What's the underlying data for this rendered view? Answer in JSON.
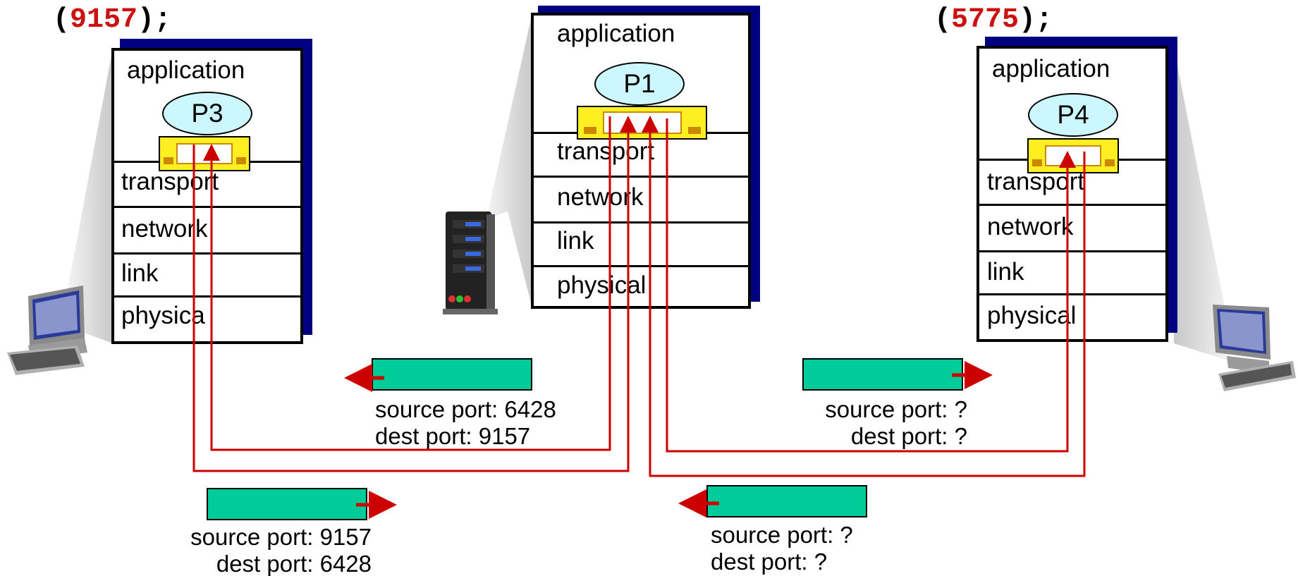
{
  "left_code": {
    "open": "(",
    "number": "9157",
    "close": ");"
  },
  "right_code": {
    "open": "(",
    "number": "5775",
    "close": ");"
  },
  "hosts": {
    "left": {
      "application": "application",
      "process": "P3",
      "transport": "transport",
      "network": "network",
      "link": "link",
      "physical": "physica"
    },
    "server": {
      "application": "application",
      "process": "P1",
      "transport": "transport",
      "network": "network",
      "link": "link",
      "physical": "physical"
    },
    "right": {
      "application": "application",
      "process": "P4",
      "transport": "transport",
      "network": "network",
      "link": "link",
      "physical": "physical"
    }
  },
  "segments": {
    "seg1": {
      "source": "source port: 6428",
      "dest": "dest port: 9157"
    },
    "seg2": {
      "source": "source port: 9157",
      "dest": "dest port: 6428"
    },
    "seg3": {
      "source": "source port: ?",
      "dest": "dest port: ?"
    },
    "seg4": {
      "source": "source port: ?",
      "dest": "dest port: ?"
    }
  },
  "colors": {
    "arrow": "#cc0000",
    "segment": "#00cc99",
    "process": "#ccf7ff",
    "socket": "#ffee22",
    "stack_shadow": "#000080",
    "code_number": "#cc1111"
  },
  "icons": {
    "left_host": "desktop-computer-icon",
    "server": "server-tower-icon",
    "right_host": "desktop-computer-icon"
  }
}
